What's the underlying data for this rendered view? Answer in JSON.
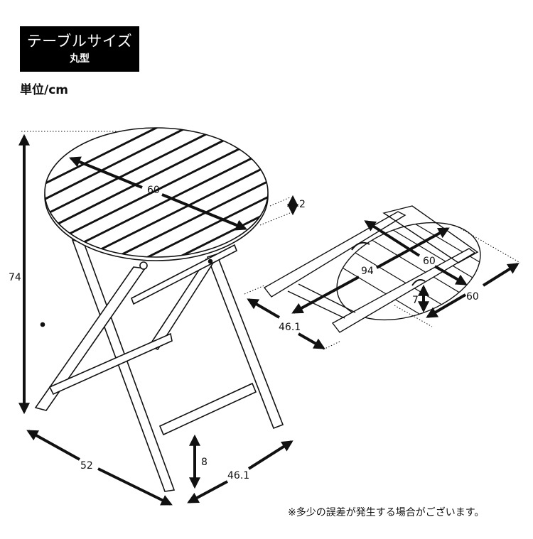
{
  "header": {
    "title": "テーブルサイズ",
    "subtitle": "丸型"
  },
  "unit_label": "単位/cm",
  "note": "※多少の誤差が発生する場合がございます。",
  "colors": {
    "title_bg": "#000000",
    "title_text": "#ffffff",
    "line": "#111111",
    "background": "#ffffff"
  },
  "open_table": {
    "dimensions": {
      "height": "74",
      "diameter": "60",
      "top_thickness": "2",
      "width": "52",
      "depth": "46.1",
      "stretcher_height": "8"
    }
  },
  "folded_table": {
    "dimensions": {
      "length": "94",
      "top_diameter": "60",
      "folded_thickness": "7",
      "width": "46.1",
      "depth": "60"
    }
  }
}
